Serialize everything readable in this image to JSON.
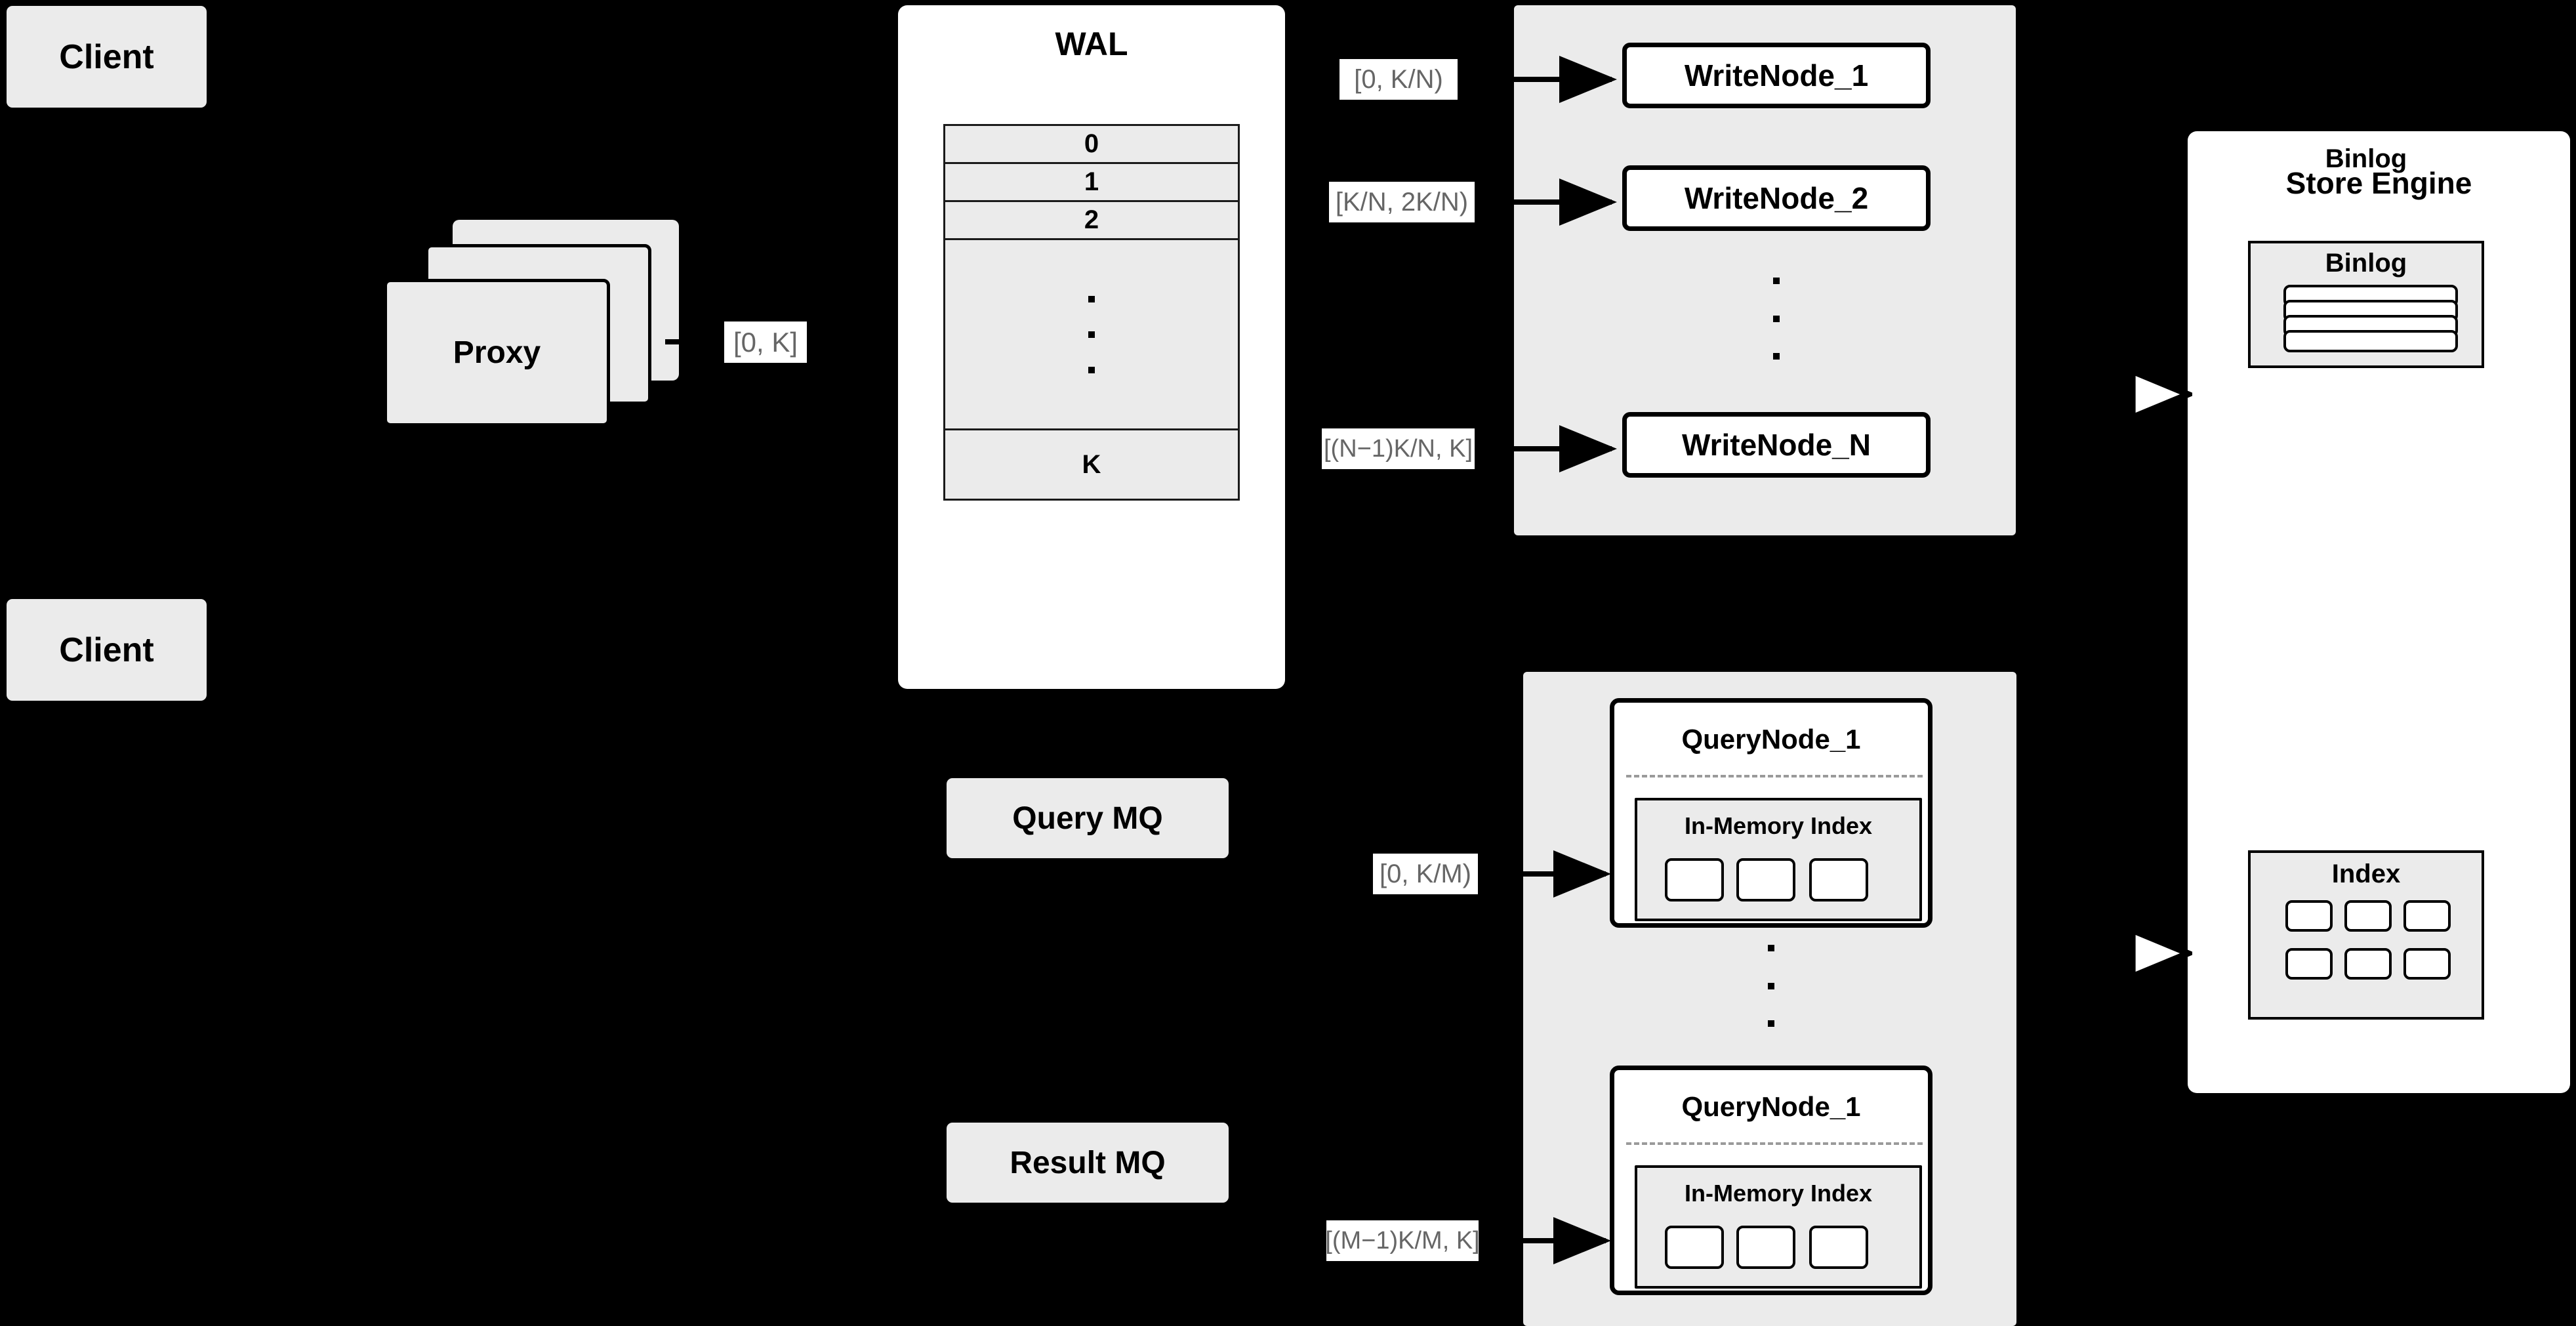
{
  "diagram": {
    "title": "Distributed write/query architecture",
    "background_color": "#000000",
    "node_fill": "#ebebeb",
    "node_fill_white": "#ffffff",
    "label_text_color": "#666666",
    "stroke_color": "#000000"
  },
  "clients": [
    {
      "label": "Client"
    },
    {
      "label": "Client"
    }
  ],
  "proxy": {
    "label": "Proxy",
    "stack_count": 3
  },
  "wal": {
    "title": "WAL",
    "rows": [
      "0",
      "1",
      "2",
      "",
      "K"
    ],
    "ellipsis_dots": 3
  },
  "ranges": {
    "client_to_proxy": "[0, K]",
    "write_node_1": "[0,  K/N)",
    "write_node_2": "[K/N, 2K/N)",
    "write_node_n": "[(N−1)K/N,  K]",
    "query_node_first": "[0, K/M)",
    "query_node_last": "[(M−1)K/M, K]"
  },
  "write_cluster": {
    "nodes": [
      {
        "label": "WriteNode_1"
      },
      {
        "label": "WriteNode_2"
      },
      {
        "label": "WriteNode_N"
      }
    ],
    "ellipsis_dots": 3
  },
  "query_cluster": {
    "nodes": [
      {
        "label": "QueryNode_1",
        "index_title": "In-Memory Index",
        "segment_count": 3
      },
      {
        "label": "QueryNode_1",
        "index_title": "In-Memory Index",
        "segment_count": 3
      }
    ],
    "ellipsis_dots": 3
  },
  "message_queues": [
    {
      "label": "Query MQ"
    },
    {
      "label": "Result MQ"
    }
  ],
  "store_engine": {
    "title": "Store Engine",
    "binlog": {
      "title": "Binlog",
      "bar_count": 4
    },
    "index": {
      "title": "Index",
      "cell_count": 6,
      "rows": 2,
      "cols": 3
    }
  }
}
